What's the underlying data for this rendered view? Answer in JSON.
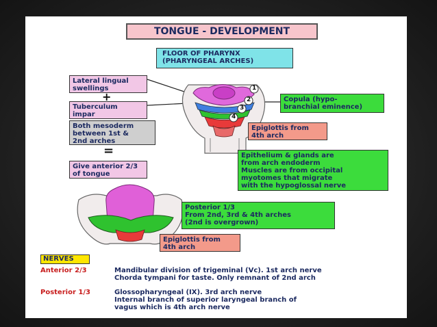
{
  "title": "TONGUE - DEVELOPMENT",
  "floor_label": "FLOOR OF PHARYNX\n(PHARYNGEAL ARCHES)",
  "lateral_lingual": "Lateral lingual\nswellings",
  "plus_sign": "+",
  "tuberculum": "Tuberculum\nimpar",
  "mesoderm": "Both mesoderm\nbetween 1st &\n2nd arches",
  "equals_sign": "=",
  "anterior_result": "Give anterior 2/3\nof tongue",
  "copula": "Copula (hypo-\nbranchial eminence)",
  "epiglottis_top": "Epiglottis from\n4th arch",
  "epithelium": "Epithelium & glands are\nfrom arch endoderm\nMuscles are from occipital\nmyotomes that migrate\nwith the hypoglossal nerve",
  "posterior_box": "Posterior 1/3\nFrom 2nd, 3rd & 4th arches\n(2nd is overgrown)",
  "epiglottis_bottom": "Epiglottis from\n4th arch",
  "arch_numbers": [
    "1",
    "2",
    "3",
    "4"
  ],
  "nerves": {
    "heading": "NERVES",
    "anterior_label": "Anterior 2/3",
    "anterior_text": "Mandibular division of trigeminal (Vc). 1st arch nerve\nChorda tympani for taste. Only remnant of 2nd arch",
    "posterior_label": "Posterior 1/3",
    "posterior_text": "Glossopharyngeal (IX). 3rd arch nerve\nInternal branch of superior laryngeal branch of\nvagus which is 4th arch nerve"
  },
  "colors": {
    "pink_box": "#f2c7e6",
    "cyan_box": "#7fe3e8",
    "green_box": "#3cdc3c",
    "salmon_box": "#f39a8a",
    "gray_box": "#cfcfcf",
    "magenta": "#e060d8",
    "arch_blue": "#3f7fe0",
    "arch_green": "#2fc22f",
    "arch_red": "#e83a3a"
  }
}
